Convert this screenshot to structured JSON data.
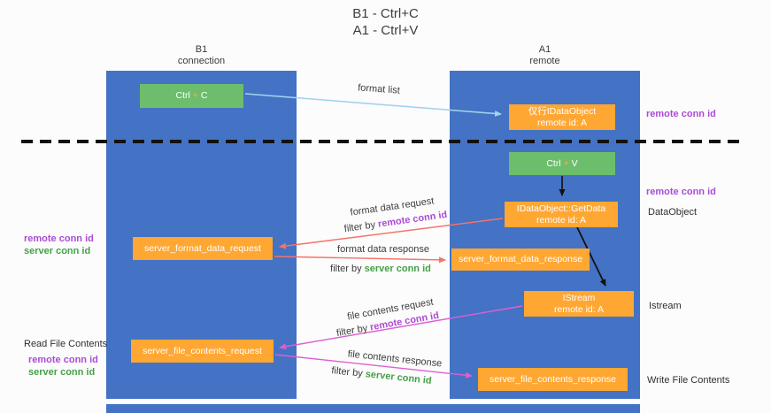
{
  "title": {
    "line1": "B1 - Ctrl+C",
    "line2": "A1 - Ctrl+V"
  },
  "lanes": {
    "left": {
      "name": "B1",
      "subtitle": "connection"
    },
    "right": {
      "name": "A1",
      "subtitle": "remote"
    }
  },
  "boxes": {
    "ctrl_c": {
      "prefix": "Ctrl",
      "plus": "+",
      "key": "C"
    },
    "ctrl_v": {
      "prefix": "Ctrl",
      "plus": "+",
      "key": "V"
    },
    "idataobject": {
      "line1": "仅行IDataObject",
      "line2": "remote id: A"
    },
    "getdata": {
      "line1": "IDataObject::GetData",
      "line2": "remote id: A"
    },
    "istream": {
      "line1": "IStream",
      "line2": "remote id: A"
    },
    "format_request": {
      "label": "server_format_data_request"
    },
    "format_response": {
      "label": "server_format_data_response"
    },
    "file_request": {
      "label": "server_file_contents_request"
    },
    "file_response": {
      "label": "server_file_contents_response"
    }
  },
  "arrow_labels": {
    "format_list": "format list",
    "format_request": {
      "line1": "format data request",
      "filter_prefix": "filter by ",
      "filter_key": "remote conn id"
    },
    "format_response": {
      "line1": "format data response",
      "filter_prefix": "filter by ",
      "filter_key": "server conn id"
    },
    "file_request": {
      "line1": "file contents request",
      "filter_prefix": "filter by ",
      "filter_key": "remote conn id"
    },
    "file_response": {
      "line1": "file contents response",
      "filter_prefix": "filter by ",
      "filter_key": "server conn id"
    }
  },
  "side_labels": {
    "remote_conn_top": "remote conn id",
    "remote_conn_mid": "remote conn id",
    "dataobject": "DataObject",
    "istream": "Istream",
    "write_file": "Write File Contents",
    "read_file": "Read File Contents",
    "left_remote_1": "remote conn id",
    "left_server_1": "server conn id",
    "left_remote_2": "remote conn id",
    "left_server_2": "server conn id"
  },
  "colors": {
    "lane_blue": "#4472C4",
    "box_green": "#6CBE6C",
    "box_orange": "#FFA733",
    "purple_text": "#AB4BD6",
    "green_text": "#45A049",
    "arrow_red": "#F4736B",
    "arrow_magenta": "#DD5FD0",
    "arrow_light_blue": "#A3D3EE",
    "arrow_black": "#111111"
  }
}
